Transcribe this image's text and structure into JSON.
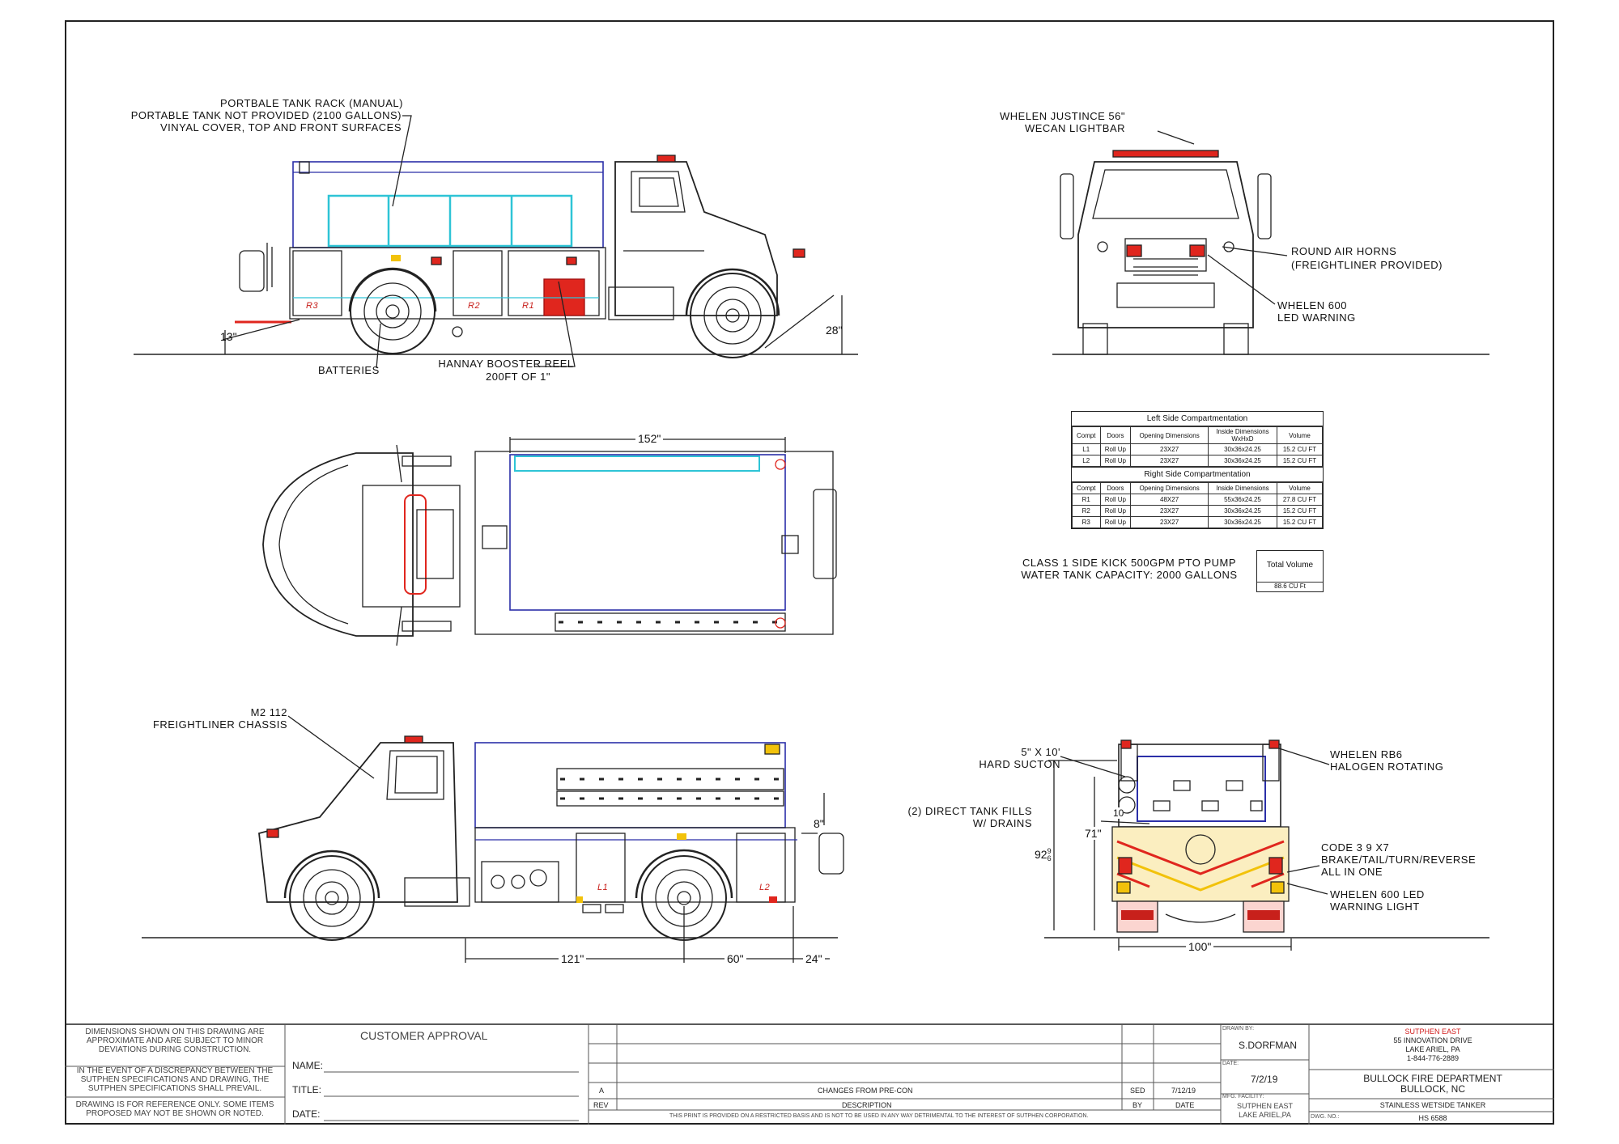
{
  "callouts": {
    "tank_rack": [
      "PORTBALE TANK RACK (MANUAL)",
      "PORTABLE TANK NOT PROVIDED (2100 GALLONS)",
      "VINYAL COVER, TOP AND FRONT SURFACES"
    ],
    "lightbar": [
      "WHELEN JUSTINCE 56\"",
      "WECAN LIGHTBAR"
    ],
    "air_horns": [
      "ROUND AIR HORNS",
      "(FREIGHTLINER PROVIDED)"
    ],
    "led_warning": [
      "WHELEN 600",
      "LED WARNING"
    ],
    "batteries": "BATTERIES",
    "booster_reel": [
      "HANNAY BOOSTER REEL",
      "200FT OF 1\""
    ],
    "chassis": [
      "M2 112",
      "FREIGHTLINER CHASSIS"
    ],
    "hard_suction": [
      "5\" X 10'",
      "HARD SUCTON"
    ],
    "tank_fills": [
      "(2) DIRECT TANK FILLS",
      "W/ DRAINS"
    ],
    "rb6": [
      "WHELEN RB6",
      "HALOGEN ROTATING"
    ],
    "code3": [
      "CODE 3 9 X7",
      "BRAKE/TAIL/TURN/REVERSE",
      "ALL IN ONE"
    ],
    "whelen_light": [
      "WHELEN 600 LED",
      "WARNING LIGHT"
    ],
    "pump": [
      "CLASS 1 SIDE KICK 500GPM PTO PUMP",
      "WATER TANK CAPACITY: 2000 GALLONS"
    ]
  },
  "compartment_labels": {
    "r3": "R3",
    "r2": "R2",
    "r1": "R1",
    "l1": "L1",
    "l2": "L2"
  },
  "dimensions": {
    "rear_angle": "13\"",
    "front_angle": "28\"",
    "top_length": "152\"",
    "wheelbase_front": "121\"",
    "wheelbase_rear": "60\"",
    "rear_overhang": "24\"",
    "step": "8\"",
    "rear_width": "100\"",
    "rear_height": "92",
    "rear_height_frac_top": "9",
    "rear_height_frac_bot": "6",
    "hose_height": "71\"",
    "hose_offset": "10"
  },
  "table": {
    "left_caption": "Left Side Compartmentation",
    "right_caption": "Right Side Compartmentation",
    "headers": [
      "Compt",
      "Doors",
      "Opening Dimensions",
      "Inside Dimensions",
      "Volume"
    ],
    "inside_sub": "WxHxD",
    "left_rows": [
      [
        "L1",
        "Roll Up",
        "23X27",
        "30x36x24.25",
        "15.2 CU FT"
      ],
      [
        "L2",
        "Roll Up",
        "23X27",
        "30x36x24.25",
        "15.2 CU FT"
      ]
    ],
    "right_rows": [
      [
        "R1",
        "Roll Up",
        "48X27",
        "55x36x24.25",
        "27.8 CU FT"
      ],
      [
        "R2",
        "Roll Up",
        "23X27",
        "30x36x24.25",
        "15.2 CU FT"
      ],
      [
        "R3",
        "Roll Up",
        "23X27",
        "30x36x24.25",
        "15.2 CU FT"
      ]
    ],
    "total_label": "Total Volume",
    "total_value": "88.6 CU Ft"
  },
  "title_block": {
    "notes": [
      "DIMENSIONS SHOWN ON THIS DRAWING ARE",
      "APPROXIMATE AND ARE SUBJECT TO MINOR",
      "DEVIATIONS DURING CONSTRUCTION."
    ],
    "notes2": [
      "IN THE EVENT OF A DISCREPANCY BETWEEN THE",
      "SUTPHEN SPECIFICATIONS AND DRAWING, THE",
      "SUTPHEN SPECIFICATIONS SHALL PREVAIL."
    ],
    "notes3": [
      "DRAWING IS FOR REFERENCE ONLY. SOME ITEMS",
      "PROPOSED MAY NOT BE SHOWN OR NOTED."
    ],
    "customer_approval": "CUSTOMER APPROVAL",
    "name_label": "NAME:",
    "title_label": "TITLE:",
    "date_label": "DATE:",
    "rev_letter": "A",
    "rev_desc": "CHANGES FROM PRE-CON",
    "rev_by": "SED",
    "rev_date": "7/12/19",
    "rev_hdr": "REV",
    "desc_hdr": "DESCRIPTION",
    "by_hdr": "BY",
    "date_hdr": "DATE",
    "restricted": "THIS PRINT IS PROVIDED ON A RESTRICTED BASIS AND IS NOT TO BE USED IN ANY WAY DETRIMENTAL TO THE INTEREST OF SUTPHEN CORPORATION.",
    "drawn_by_label": "DRAWN BY:",
    "drawn_by": "S.DORFMAN",
    "date_small": "DATE:",
    "date": "7/2/19",
    "mfg_label": "MFG. FACILITY:",
    "mfg": [
      "SUTPHEN EAST",
      "LAKE ARIEL,PA"
    ],
    "company": "SUTPHEN EAST",
    "address": [
      "55 INNOVATION DRIVE",
      "LAKE ARIEL, PA",
      "1-844-776-2889"
    ],
    "customer": [
      "BULLOCK FIRE DEPARTMENT",
      "BULLOCK, NC"
    ],
    "product": "STAINLESS WETSIDE TANKER",
    "dwg_label": "DWG. NO.:",
    "dwg_no": "HS 6588"
  },
  "colors": {
    "accent_cyan": "#2ec4d6",
    "outline_blue": "#2b2fa8",
    "reel_red": "#e0261e",
    "chevron_yellow": "#f2c20a",
    "title_red": "#d11b1b"
  }
}
